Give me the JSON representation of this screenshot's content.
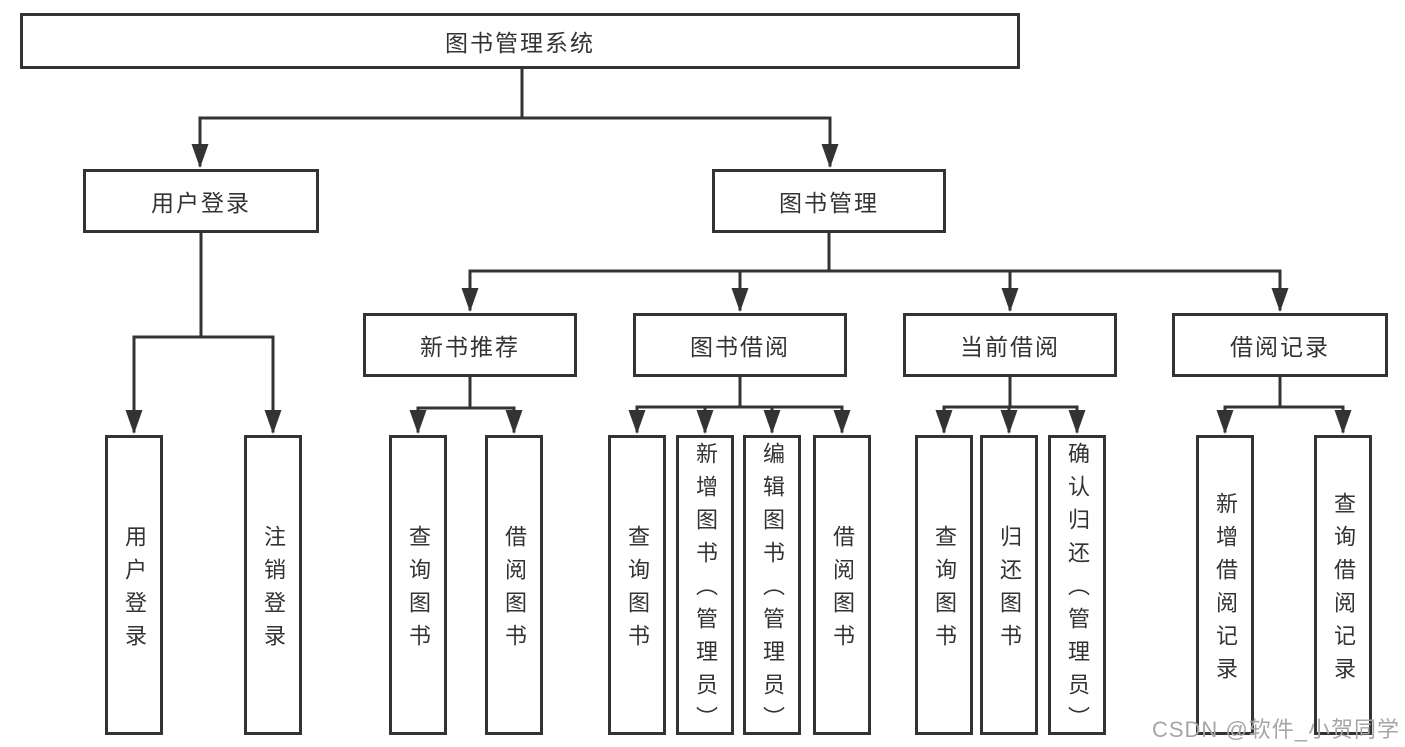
{
  "tree": {
    "root": "图书管理系统",
    "children": [
      {
        "label": "用户登录",
        "children": [
          "用户登录",
          "注销登录"
        ]
      },
      {
        "label": "图书管理",
        "children": [
          {
            "label": "新书推荐",
            "children": [
              "查询图书",
              "借阅图书"
            ]
          },
          {
            "label": "图书借阅",
            "children": [
              "查询图书",
              "新增图书（管理员）",
              "编辑图书（管理员）",
              "借阅图书"
            ]
          },
          {
            "label": "当前借阅",
            "children": [
              "查询图书",
              "归还图书",
              "确认归还（管理员）"
            ]
          },
          {
            "label": "借阅记录",
            "children": [
              "新增借阅记录",
              "查询借阅记录"
            ]
          }
        ]
      }
    ]
  },
  "watermark": "CSDN @软件_小贺同学",
  "colors": {
    "line": "#333333",
    "box_border": "#333333",
    "text": "#333333",
    "watermark": "#a6a6a6",
    "background": "#ffffff"
  }
}
